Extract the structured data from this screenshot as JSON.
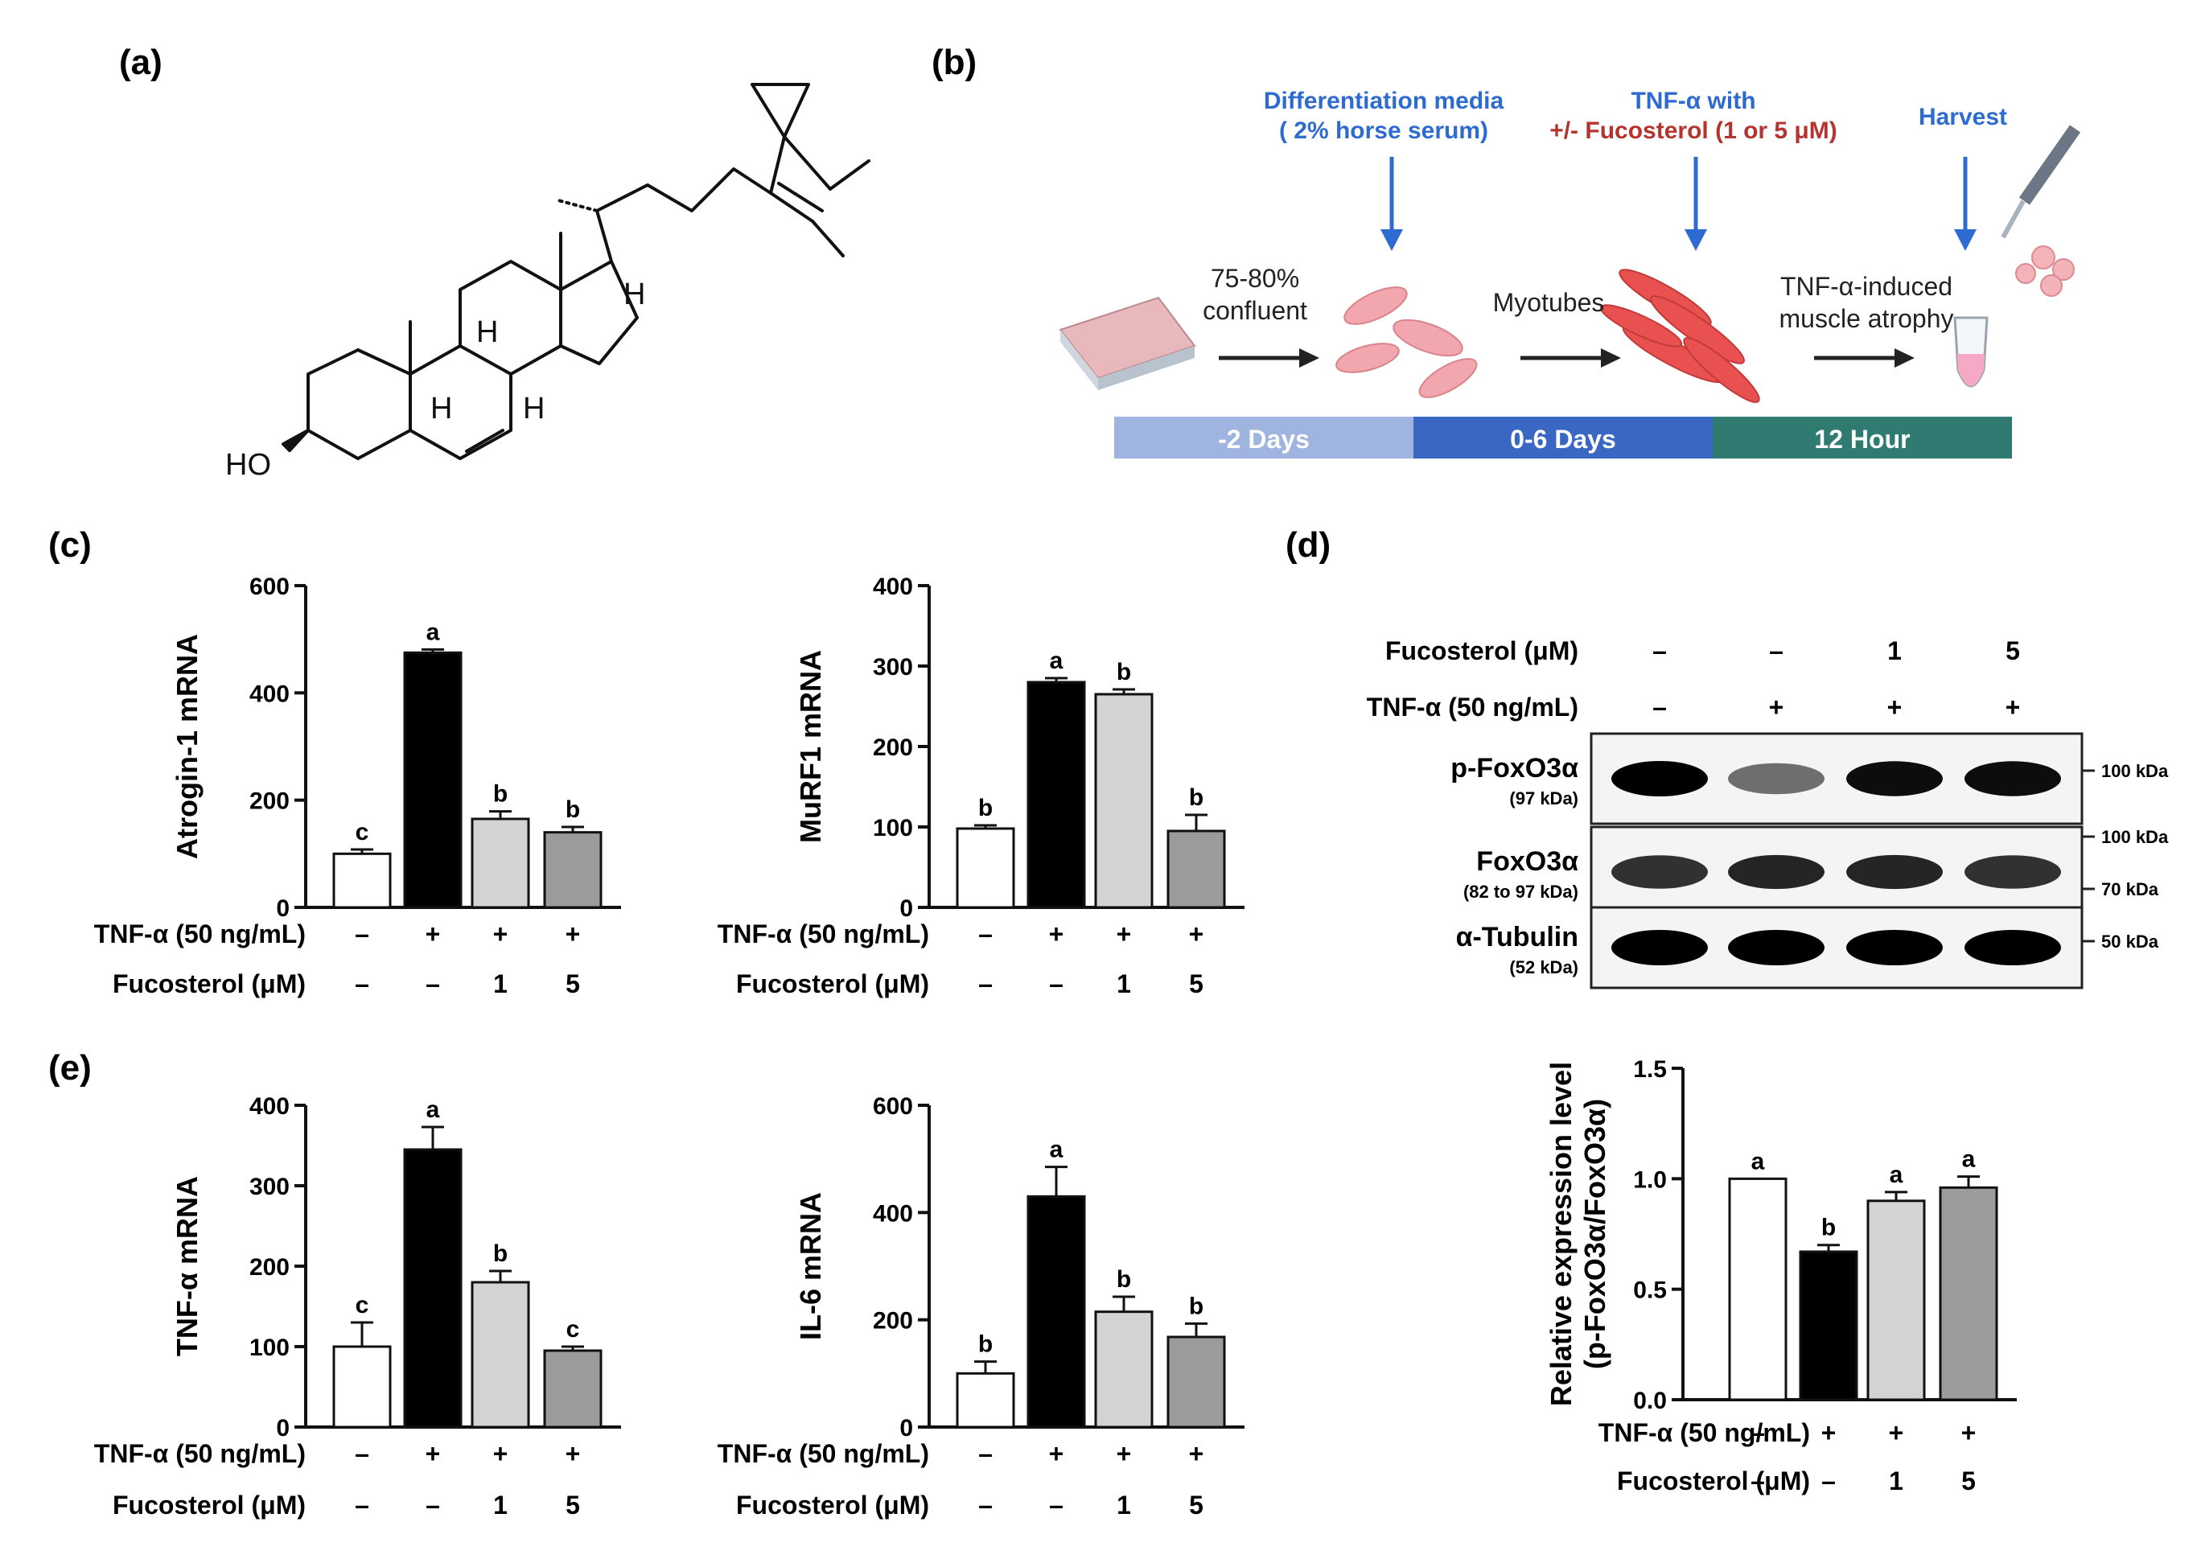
{
  "panels": {
    "a": "(a)",
    "b": "(b)",
    "c": "(c)",
    "d": "(d)",
    "e": "(e)"
  },
  "molecule": {
    "labels": [
      "HO",
      "H",
      "H",
      "H",
      "H"
    ]
  },
  "schematic": {
    "diff_line1": "Differentiation media",
    "diff_line2": "( 2% horse serum)",
    "tnf_line1": "TNF-α with",
    "tnf_line2": "+/- Fucosterol (1 or 5 μM)",
    "harvest": "Harvest",
    "step1_line1": "75-80%",
    "step1_line2": "confluent",
    "step2": "Myotubes",
    "step3_line1": "TNF-α-induced",
    "step3_line2": "muscle atrophy",
    "timeline": [
      "-2 Days",
      "0-6 Days",
      "12 Hour"
    ],
    "timeline_colors": [
      "#9fb5e0",
      "#3a66c4",
      "#2f7b72"
    ],
    "accent_blue": "#2e6bd0",
    "accent_red": "#b4342f"
  },
  "conditions": {
    "tnf_label": "TNF-α (50 ng/mL)",
    "fuco_label": "Fucosterol (μM)",
    "tnf_values": [
      "–",
      "+",
      "+",
      "+"
    ],
    "fuco_values": [
      "–",
      "–",
      "1",
      "5"
    ]
  },
  "western": {
    "fuco_label": "Fucosterol (μM)",
    "tnf_label": "TNF-α (50 ng/mL)",
    "fuco_values": [
      "–",
      "–",
      "1",
      "5"
    ],
    "tnf_values": [
      "–",
      "+",
      "+",
      "+"
    ],
    "blots": [
      {
        "name": "p-FoxO3α",
        "sub": "(97 kDa)",
        "markers": [
          "100 kDa"
        ],
        "band_intensity": [
          1.0,
          0.55,
          0.95,
          0.95
        ]
      },
      {
        "name": "FoxO3α",
        "sub": "(82 to 97 kDa)",
        "markers": [
          "100 kDa",
          "70 kDa"
        ],
        "band_intensity": [
          0.8,
          0.85,
          0.85,
          0.8
        ]
      },
      {
        "name": "α-Tubulin",
        "sub": "(52 kDa)",
        "markers": [
          "50 kDa"
        ],
        "band_intensity": [
          1.0,
          1.0,
          1.0,
          1.0
        ]
      }
    ]
  },
  "bar_colors": [
    "#ffffff",
    "#000000",
    "#d3d3d3",
    "#9b9b9b"
  ],
  "chart_data": [
    {
      "type": "bar",
      "id": "atrogin",
      "ylabel": "Atrogin-1 mRNA",
      "ylim": [
        0,
        600
      ],
      "yticks": [
        0,
        200,
        400,
        600
      ],
      "values": [
        100,
        475,
        165,
        140
      ],
      "errors": [
        8,
        6,
        14,
        10
      ],
      "letters": [
        "c",
        "a",
        "b",
        "b"
      ]
    },
    {
      "type": "bar",
      "id": "murf1",
      "ylabel": "MuRF1 mRNA",
      "ylim": [
        0,
        400
      ],
      "yticks": [
        0,
        100,
        200,
        300,
        400
      ],
      "values": [
        98,
        280,
        265,
        95
      ],
      "errors": [
        4,
        5,
        6,
        20
      ],
      "letters": [
        "b",
        "a",
        "b",
        "b"
      ]
    },
    {
      "type": "bar",
      "id": "tnf",
      "ylabel": "TNF-α mRNA",
      "ylim": [
        0,
        400
      ],
      "yticks": [
        0,
        100,
        200,
        300,
        400
      ],
      "values": [
        100,
        345,
        180,
        95
      ],
      "errors": [
        30,
        28,
        14,
        5
      ],
      "letters": [
        "c",
        "a",
        "b",
        "c"
      ]
    },
    {
      "type": "bar",
      "id": "il6",
      "ylabel": "IL-6 mRNA",
      "ylim": [
        0,
        600
      ],
      "yticks": [
        0,
        200,
        400,
        600
      ],
      "values": [
        100,
        430,
        215,
        168
      ],
      "errors": [
        22,
        55,
        28,
        25
      ],
      "letters": [
        "b",
        "a",
        "b",
        "b"
      ]
    },
    {
      "type": "bar",
      "id": "foxo",
      "ylabel_line1": "Relative expression level",
      "ylabel_line2": "(p-FoxO3α/FoxO3α)",
      "ylim": [
        0,
        1.5
      ],
      "yticks": [
        "0.0",
        "0.5",
        "1.0",
        "1.5"
      ],
      "values": [
        1.0,
        0.67,
        0.9,
        0.96
      ],
      "errors": [
        0,
        0.03,
        0.04,
        0.05
      ],
      "letters": [
        "a",
        "b",
        "a",
        "a"
      ]
    }
  ]
}
